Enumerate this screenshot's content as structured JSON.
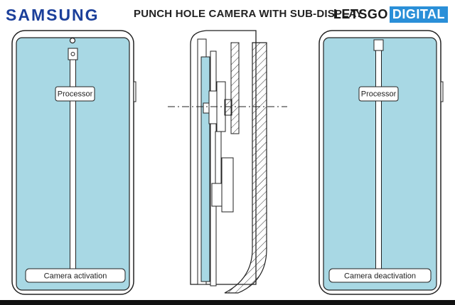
{
  "header": {
    "brand": "SAMSUNG",
    "title": "PUNCH HOLE CAMERA WITH SUB-DISPLAY",
    "logo_part1": "LETSGO",
    "logo_part2": "DIGITAL"
  },
  "left_phone": {
    "processor_label": "Processor",
    "status_label": "Camera activation"
  },
  "right_phone": {
    "processor_label": "Processor",
    "status_label": "Camera deactivation"
  },
  "colors": {
    "screen": "#a8d8e4",
    "outline": "#222222",
    "brand": "#1b3f9a",
    "logo_accent": "#2a8fd8"
  }
}
